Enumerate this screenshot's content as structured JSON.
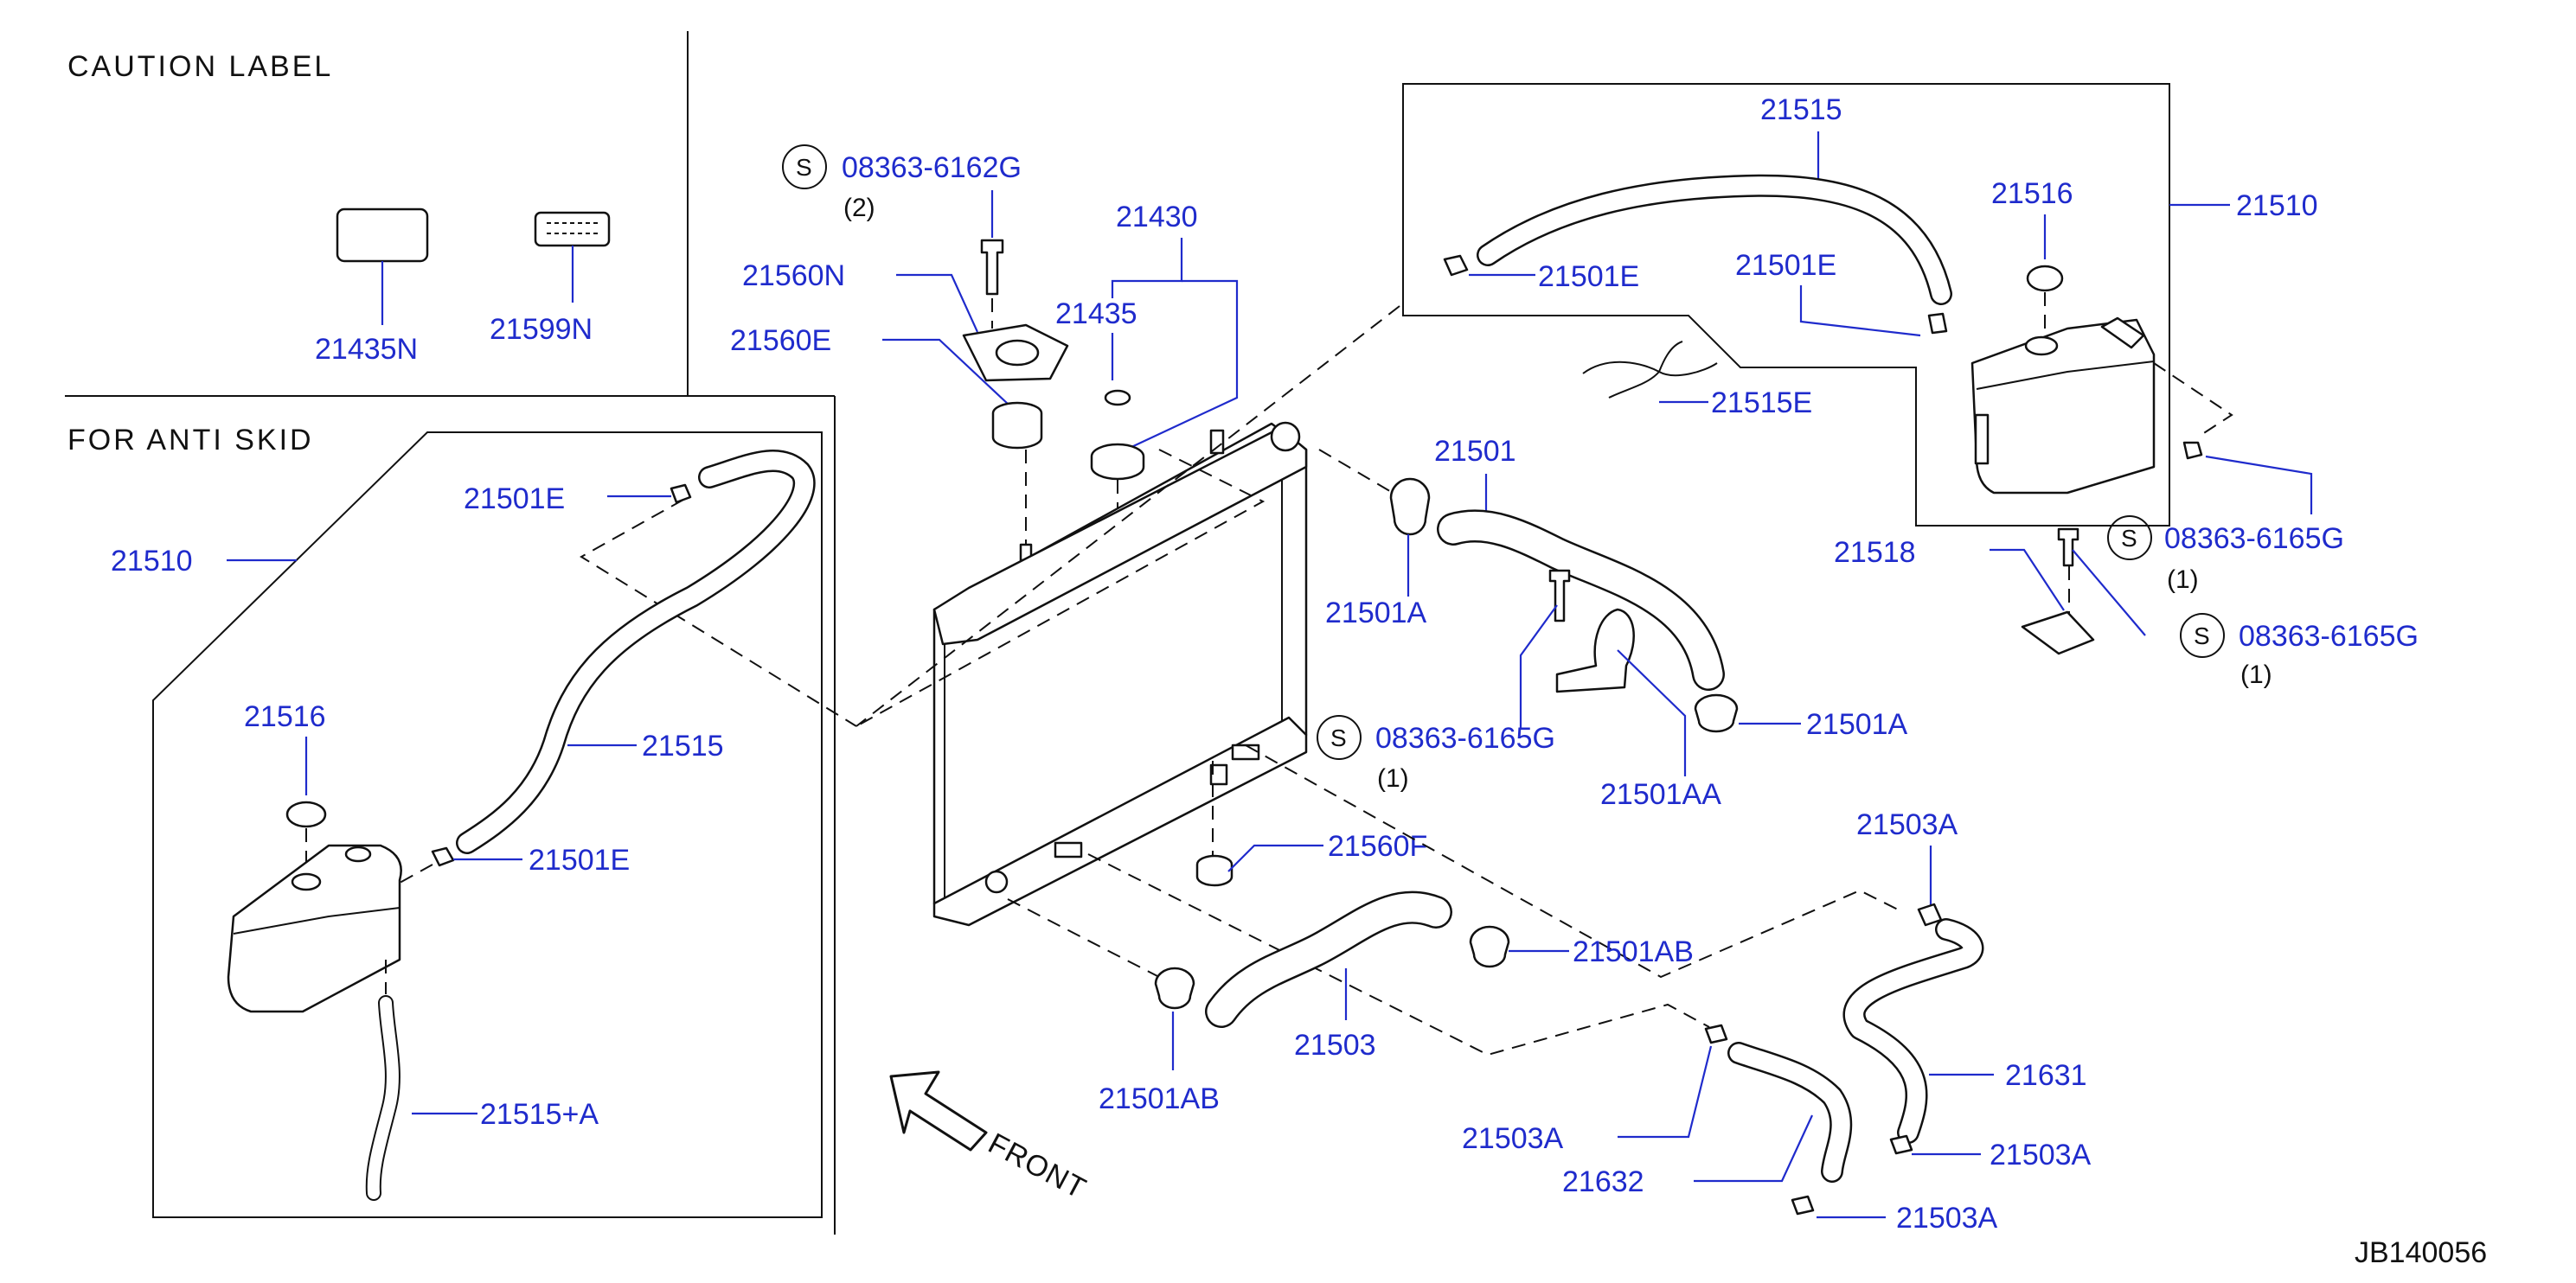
{
  "sections": {
    "caution_label": "CAUTION  LABEL",
    "anti_skid": "FOR  ANTI  SKID"
  },
  "diagram_id": "JB140056",
  "front_label": "FRONT",
  "symbol_s": "S",
  "parts": {
    "p21435N": "21435N",
    "p21599N": "21599N",
    "p21501E_a": "21501E",
    "p21510_a": "21510",
    "p21516_a": "21516",
    "p21515_a": "21515",
    "p21501E_b": "21501E",
    "p21515A": "21515+A",
    "p08363_6162G": "08363-6162G",
    "q2": "(2)",
    "p21560N": "21560N",
    "p21560E": "21560E",
    "p21430": "21430",
    "p21435": "21435",
    "p21515_b": "21515",
    "p21501E_c": "21501E",
    "p21501E_d": "21501E",
    "p21516_b": "21516",
    "p21510_b": "21510",
    "p21515E": "21515E",
    "p21501": "21501",
    "p21501A_a": "21501A",
    "p08363_6165G_a": "08363-6165G",
    "q1_a": "(1)",
    "p21501AA": "21501AA",
    "p21501A_b": "21501A",
    "p21518": "21518",
    "p08363_6165G_b": "08363-6165G",
    "q1_b": "(1)",
    "p08363_6165G_c": "08363-6165G",
    "q1_c": "(1)",
    "p21560F": "21560F",
    "p21501AB_a": "21501AB",
    "p21503": "21503",
    "p21501AB_b": "21501AB",
    "p21503A_a": "21503A",
    "p21631": "21631",
    "p21503A_b": "21503A",
    "p21632": "21632",
    "p21503A_c": "21503A",
    "p21503A_d": "21503A"
  }
}
